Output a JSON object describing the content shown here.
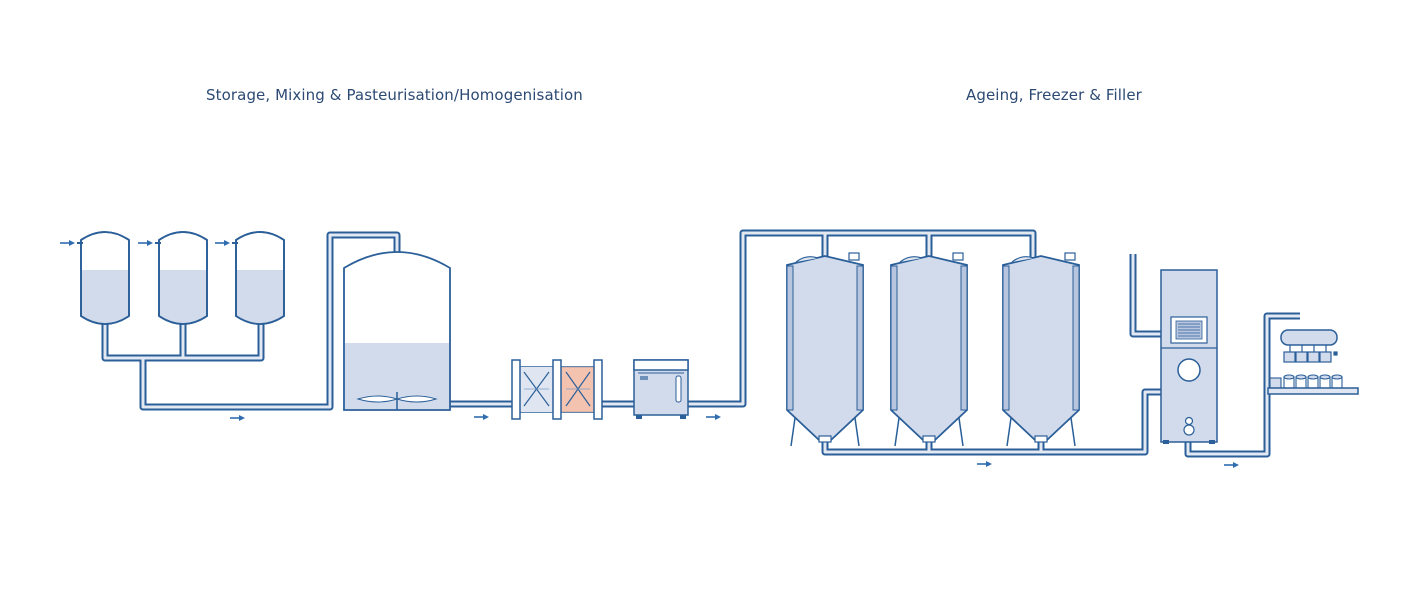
{
  "labels": {
    "section_left": "Storage, Mixing & Pasteurisation/Homogenisation",
    "section_right": "Ageing, Freezer & Filler"
  },
  "colors": {
    "line": "#2b5f99",
    "pipe_fill": "#dfe6f1",
    "tank_fill": "#d2dbec",
    "accent": "#f2b9a2",
    "arrow": "#2f6db0"
  },
  "equipment": [
    "storage-tank-1",
    "storage-tank-2",
    "storage-tank-3",
    "mixing-tank",
    "plate-heat-exchanger",
    "homogeniser",
    "ageing-tank-1",
    "ageing-tank-2",
    "ageing-tank-3",
    "continuous-freezer",
    "filling-machine"
  ]
}
